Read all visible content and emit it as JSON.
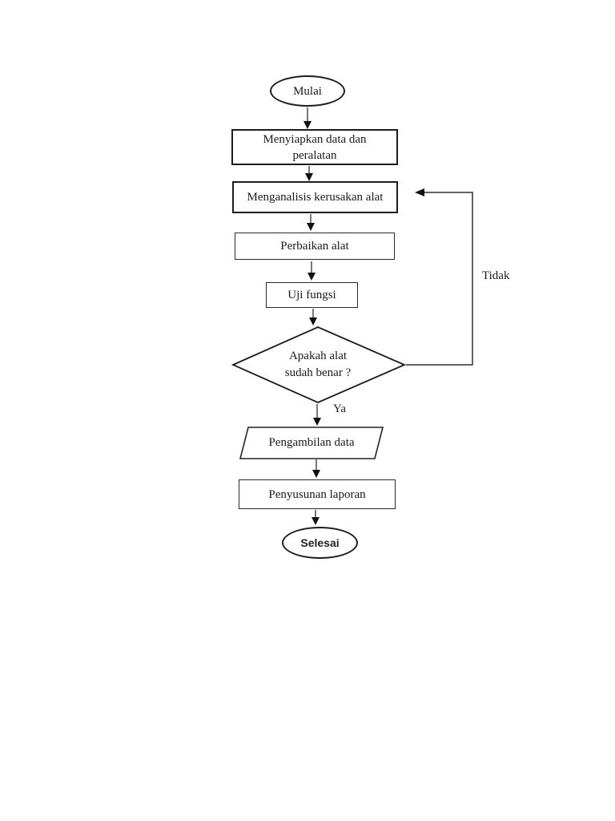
{
  "flowchart": {
    "colors": {
      "background": "#ffffff",
      "stroke": "#1d1d1d",
      "text": "#1a1a1a"
    },
    "nodes": {
      "start": {
        "type": "terminator",
        "label": "Mulai"
      },
      "prepare": {
        "type": "process",
        "lines": [
          "Menyiapkan data dan",
          "peralatan"
        ]
      },
      "analyze": {
        "type": "process",
        "label": "Menganalisis kerusakan alat"
      },
      "repair": {
        "type": "process",
        "label": "Perbaikan alat"
      },
      "test": {
        "type": "process",
        "label": "Uji fungsi"
      },
      "decision": {
        "type": "decision",
        "lines": [
          "Apakah alat",
          "sudah benar ?"
        ]
      },
      "collect_data": {
        "type": "input-output",
        "label": "Pengambilan data"
      },
      "report": {
        "type": "process",
        "label": "Penyusunan laporan"
      },
      "end": {
        "type": "terminator",
        "label": "Selesai"
      }
    },
    "edge_labels": {
      "yes": "Ya",
      "no": "Tidak"
    },
    "edges": [
      {
        "from": "start",
        "to": "prepare"
      },
      {
        "from": "prepare",
        "to": "analyze"
      },
      {
        "from": "analyze",
        "to": "repair"
      },
      {
        "from": "repair",
        "to": "test"
      },
      {
        "from": "test",
        "to": "decision"
      },
      {
        "from": "decision",
        "to": "collect_data",
        "label": "Ya"
      },
      {
        "from": "decision",
        "to": "analyze",
        "label": "Tidak"
      },
      {
        "from": "collect_data",
        "to": "report"
      },
      {
        "from": "report",
        "to": "end"
      }
    ]
  }
}
